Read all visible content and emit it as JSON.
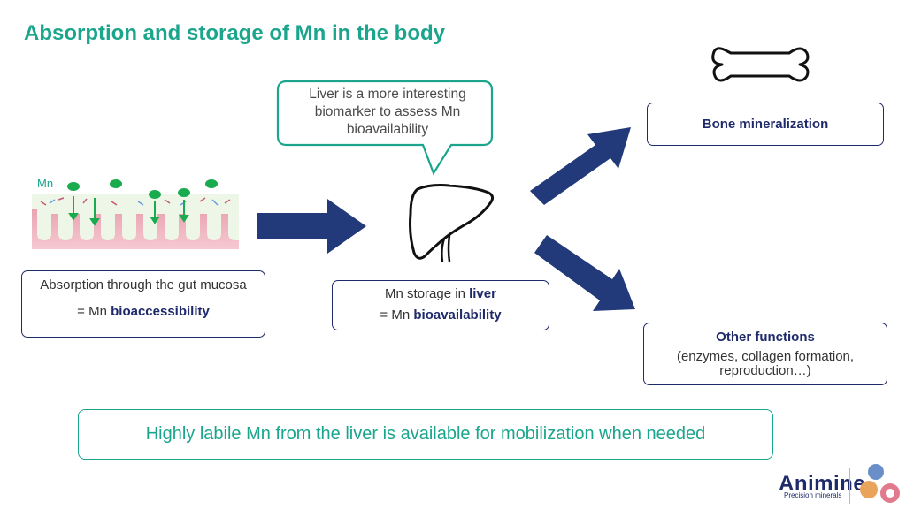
{
  "title": "Absorption and storage of Mn in the body",
  "callout": {
    "text": "Liver is a more interesting biomarker to assess Mn bioavailability"
  },
  "gut": {
    "mn_label": "Mn",
    "line1": "Absorption through the gut mucosa",
    "line2_prefix": "= Mn ",
    "line2_bold": "bioaccessibility"
  },
  "liver": {
    "line1_prefix": "Mn storage in ",
    "line1_bold": "liver",
    "line2_prefix": "= Mn ",
    "line2_bold": "bioavailability"
  },
  "bone": {
    "label": "Bone mineralization"
  },
  "other": {
    "title": "Other functions",
    "detail": "(enzymes, collagen formation, reproduction…)"
  },
  "banner": {
    "text": "Highly labile Mn from the liver is available for mobilization when needed"
  },
  "logo": {
    "name": "Animine",
    "tagline": "Precision minerals"
  },
  "colors": {
    "accent": "#1aa58c",
    "navy": "#1f2a6b",
    "mn_dot": "#1aab4e"
  },
  "icons": [
    "bone-icon",
    "liver-icon",
    "gut-villi-illustration",
    "arrow-right-icon",
    "animal-icons"
  ]
}
